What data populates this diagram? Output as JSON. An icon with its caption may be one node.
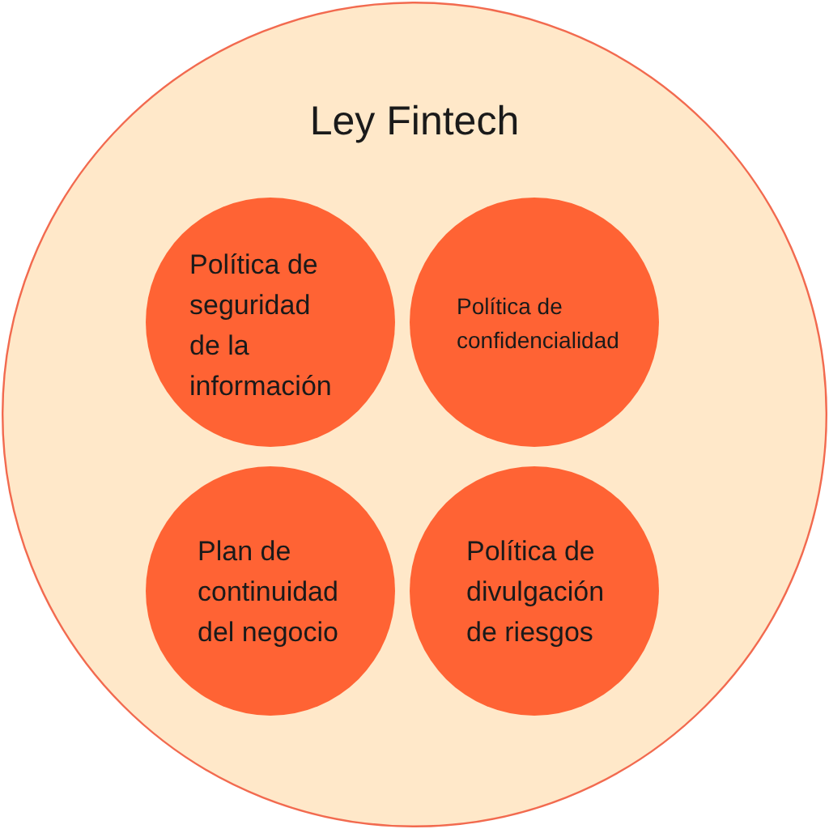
{
  "diagram": {
    "nodes": [
      {
        "text": [
          "Ley Fintech"
        ]
      },
      {
        "text": [
          "Política de seguridad de la información"
        ],
        "in": 0
      },
      {
        "text": [
          "Política de confidencialidad"
        ],
        "in": 0
      },
      {
        "text": [
          "Plan de continuidad del negocio"
        ],
        "in": 0
      },
      {
        "text": [
          "Política de divulgación de riesgos"
        ],
        "in": 0
      }
    ]
  }
}
